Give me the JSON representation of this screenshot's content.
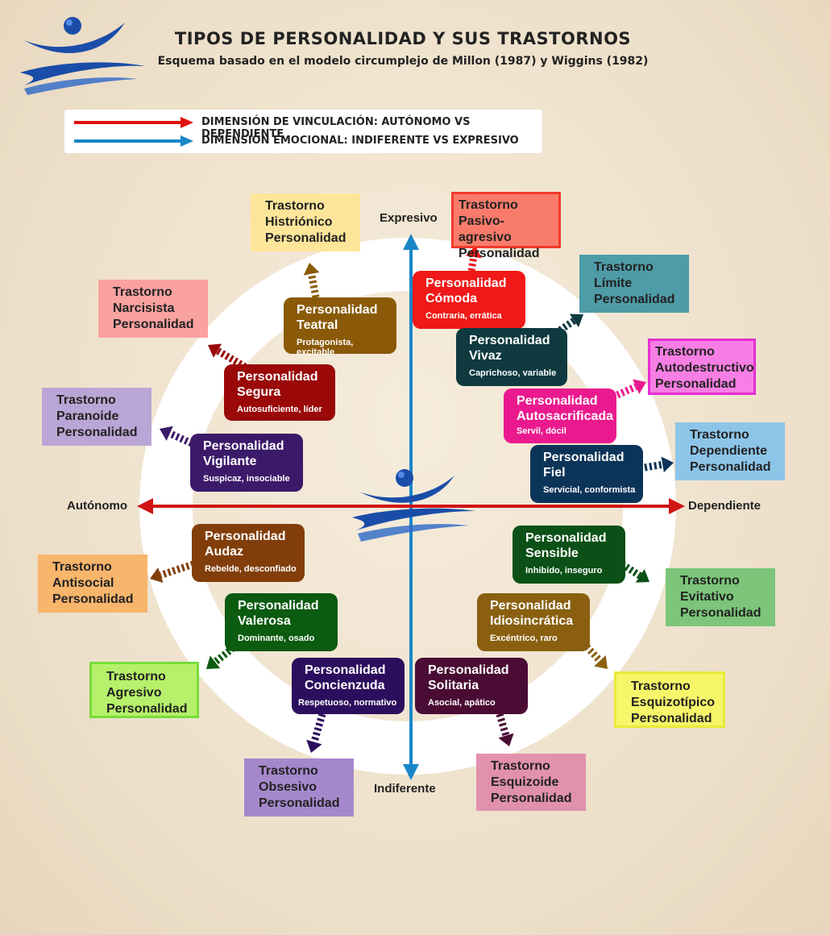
{
  "header": {
    "title": "TIPOS DE PERSONALIDAD Y SUS TRASTORNOS",
    "subtitle": "Esquema basado en el modelo circumplejo de Millon (1987) y Wiggins (1982)"
  },
  "legend": {
    "red": {
      "text": "DIMENSIÓN DE VINCULACIÓN: AUTÓNOMO VS DEPENDIENTE",
      "color": "#e01010"
    },
    "blue": {
      "text": "DIMENSIÓN EMOCIONAL: INDIFERENTE VS EXPRESIVO",
      "color": "#1a86c8"
    }
  },
  "axes": {
    "top": "Expresivo",
    "bottom": "Indiferente",
    "left": "Autónomo",
    "right": "Dependiente"
  },
  "personalities": [
    {
      "id": "comoda",
      "line1": "Personalidad",
      "line2": "Cómoda",
      "desc": "Contraria, errática",
      "color": "#f01818"
    },
    {
      "id": "teatral",
      "line1": "Personalidad",
      "line2": "Teatral",
      "desc": "Protagonista, excitable",
      "color": "#8a5a08"
    },
    {
      "id": "vivaz",
      "line1": "Personalidad",
      "line2": "Vivaz",
      "desc": "Caprichoso, variable",
      "color": "#0e3a40"
    },
    {
      "id": "segura",
      "line1": "Personalidad",
      "line2": "Segura",
      "desc": "Autosuficiente, líder",
      "color": "#9a0808"
    },
    {
      "id": "autosacrificada",
      "line1": "Personalidad",
      "line2": "Autosacrificada",
      "desc": "Servil, dócil",
      "color": "#ea1a8e"
    },
    {
      "id": "vigilante",
      "line1": "Personalidad",
      "line2": "Vigilante",
      "desc": "Suspicaz, insociable",
      "color": "#3c1a6a"
    },
    {
      "id": "fiel",
      "line1": "Personalidad",
      "line2": "Fiel",
      "desc": "Servicial, conformista",
      "color": "#0c3458"
    },
    {
      "id": "audaz",
      "line1": "Personalidad",
      "line2": "Audaz",
      "desc": "Rebelde, desconfiado",
      "color": "#823e0a"
    },
    {
      "id": "sensible",
      "line1": "Personalidad",
      "line2": "Sensible",
      "desc": "Inhibido, inseguro",
      "color": "#0b5016"
    },
    {
      "id": "valerosa",
      "line1": "Personalidad",
      "line2": "Valerosa",
      "desc": "Dominante, osado",
      "color": "#0b5b10"
    },
    {
      "id": "idiosincratica",
      "line1": "Personalidad",
      "line2": "Idiosincrática",
      "desc": "Excéntrico, raro",
      "color": "#8a6010"
    },
    {
      "id": "concienzuda",
      "line1": "Personalidad",
      "line2": "Concienzuda",
      "desc": "Respetuoso, normativo",
      "color": "#2c0e5e"
    },
    {
      "id": "solitaria",
      "line1": "Personalidad",
      "line2": "Solitaria",
      "desc": "Asocial, apático",
      "color": "#4a0c34"
    }
  ],
  "disorders": [
    {
      "id": "histrionico",
      "l1": "Trastorno",
      "l2": "Histriónico",
      "l3": "Personalidad",
      "color": "#fde69a",
      "border": ""
    },
    {
      "id": "pasivo",
      "l1": "Trastorno",
      "l2": "Pasivo-agresivo",
      "l3": "Personalidad",
      "color": "#f97b6b",
      "border": "#f13a2c"
    },
    {
      "id": "narcisista",
      "l1": "Trastorno",
      "l2": "Narcisista",
      "l3": "Personalidad",
      "color": "#f9a2a0",
      "border": ""
    },
    {
      "id": "limite",
      "l1": "Trastorno",
      "l2": "Límite",
      "l3": "Personalidad",
      "color": "#4e9ca8",
      "border": ""
    },
    {
      "id": "autodestructivo",
      "l1": "Trastorno",
      "l2": "Autodestructivo",
      "l3": "Personalidad",
      "color": "#f77ee4",
      "border": "#e62ed0"
    },
    {
      "id": "paranoide",
      "l1": "Trastorno",
      "l2": "Paranoide",
      "l3": "Personalidad",
      "color": "#baa6d6",
      "border": ""
    },
    {
      "id": "dependiente",
      "l1": "Trastorno",
      "l2": "Dependiente",
      "l3": "Personalidad",
      "color": "#8dc5e9",
      "border": ""
    },
    {
      "id": "antisocial",
      "l1": "Trastorno",
      "l2": "Antisocial",
      "l3": "Personalidad",
      "color": "#f8b56c",
      "border": ""
    },
    {
      "id": "evitativo",
      "l1": "Trastorno",
      "l2": "Evitativo",
      "l3": "Personalidad",
      "color": "#7cc57a",
      "border": ""
    },
    {
      "id": "agresivo",
      "l1": "Trastorno",
      "l2": "Agresivo",
      "l3": "Personalidad",
      "color": "#b7f06a",
      "border": "#78dd3a"
    },
    {
      "id": "esquizotipico",
      "l1": "Trastorno",
      "l2": "Esquizotípico",
      "l3": "Personalidad",
      "color": "#f6f66a",
      "border": "#eaea3a"
    },
    {
      "id": "obsesivo",
      "l1": "Trastorno",
      "l2": "Obsesivo",
      "l3": "Personalidad",
      "color": "#a588cc",
      "border": ""
    },
    {
      "id": "esquizoide",
      "l1": "Trastorno",
      "l2": "Esquizoide",
      "l3": "Personalidad",
      "color": "#e191ad",
      "border": ""
    }
  ],
  "logo": {
    "blue": "#1a4da8",
    "dark": "#0d2a6e"
  }
}
